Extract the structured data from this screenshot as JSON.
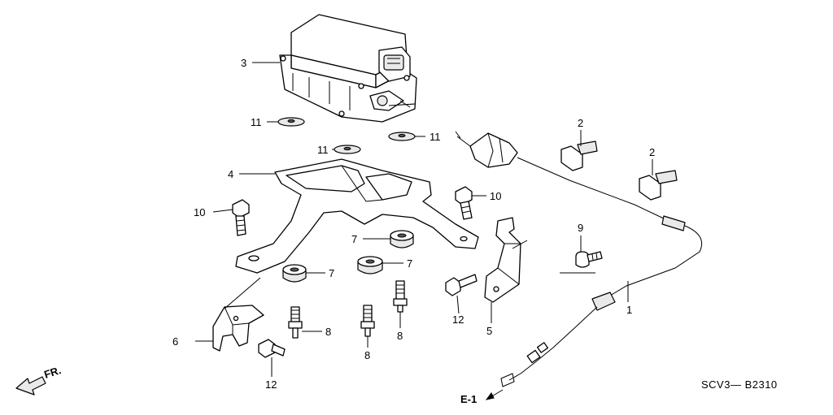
{
  "diagram_code": "SCV3— B2310",
  "reference": "E-1",
  "direction_label": "FR.",
  "callouts": {
    "c1": "1",
    "c2a": "2",
    "c2b": "2",
    "c3": "3",
    "c4": "4",
    "c5": "5",
    "c6": "6",
    "c7a": "7",
    "c7b": "7",
    "c7c": "7",
    "c8a": "8",
    "c8b": "8",
    "c8c": "8",
    "c9": "9",
    "c10a": "10",
    "c10b": "10",
    "c11a": "11",
    "c11b": "11",
    "c11c": "11",
    "c12a": "12",
    "c12b": "12"
  }
}
